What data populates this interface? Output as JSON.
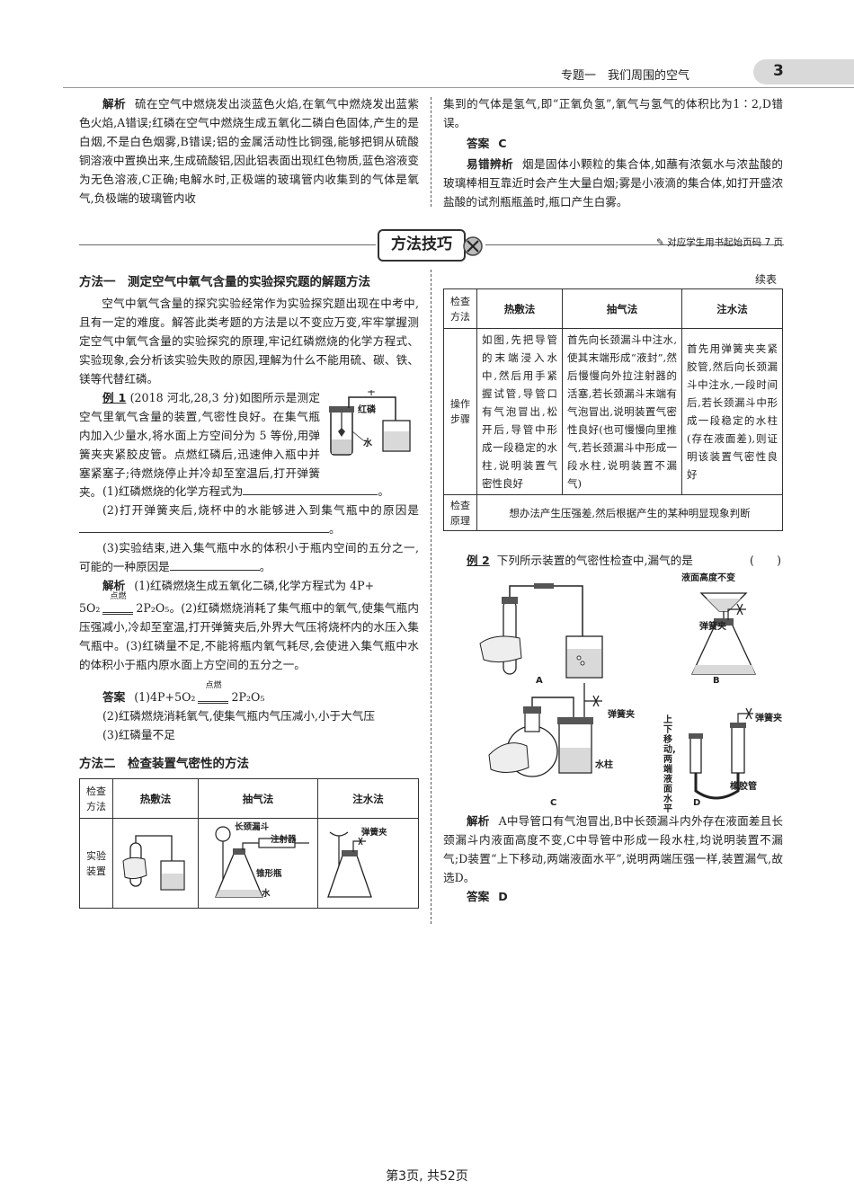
{
  "header": {
    "topic": "专题一　我们周围的空气",
    "page_number": "3"
  },
  "top": {
    "left_analysis_label": "解析",
    "left_analysis_text": "硫在空气中燃烧发出淡蓝色火焰,在氧气中燃烧发出蓝紫色火焰,A错误;红磷在空气中燃烧生成五氧化二磷白色固体,产生的是白烟,不是白色烟雾,B错误;铝的金属活动性比铜强,能够把铜从硫酸铜溶液中置换出来,生成硫酸铝,因此铝表面出现红色物质,蓝色溶液变为无色溶液,C正确;电解水时,正极端的玻璃管内收集到的气体是氧气,负极端的玻璃管内收",
    "right_continue": "集到的气体是氢气,即“正氧负氢”,氧气与氢气的体积比为1∶2,D错误。",
    "right_answer_label": "答案",
    "right_answer": "C",
    "right_error_label": "易错辨析",
    "right_error_text": "烟是固体小颗粒的集合体,如蘸有浓氨水与浓盐酸的玻璃棒相互靠近时会产生大量白烟;雾是小液滴的集合体,如打开盛浓盐酸的试剂瓶瓶盖时,瓶口产生白雾。"
  },
  "banner": {
    "title": "方法技巧",
    "ref": "对应学生用书起始页码 7 页"
  },
  "method1": {
    "title": "方法一　测定空气中氧气含量的实验探究题的解题方法",
    "intro": "空气中氧气含量的探究实验经常作为实验探究题出现在中考中,且有一定的难度。解答此类考题的方法是以不变应万变,牢牢掌握测定空气中氧气含量的实验探究的原理,牢记红磷燃烧的化学方程式、实验现象,会分析该实验失败的原因,理解为什么不能用硫、碳、铁、镁等代替红磷。",
    "example_label": "例 1",
    "example_source": "(2018 河北,28,3 分)",
    "example_text": "如图所示是测定空气里氧气含量的装置,气密性良好。在集气瓶内加入少量水,将水面上方空间分为 5 等份,用弹簧夹夹紧胶皮管。点燃红磷后,迅速伸入瓶中并塞紧塞子;待燃烧停止并冷却至室温后,打开弹簧夹。",
    "fig_red_p": "红磷",
    "fig_water": "水",
    "q1": "(1)红磷燃烧的化学方程式为",
    "q2": "(2)打开弹簧夹后,烧杯中的水能够进入到集气瓶中的原因是",
    "q3": "(3)实验结束,进入集气瓶中水的体积小于瓶内空间的五分之一,可能的一种原因是",
    "period": "。",
    "analysis_label": "解析",
    "analysis_1": "(1)红磷燃烧生成五氧化二磷,化学方程式为 4P+",
    "analysis_eq_left": "5O₂",
    "analysis_cond": "点燃",
    "analysis_eq_right": "2P₂O₅",
    "analysis_2": "。(2)红磷燃烧消耗了集气瓶中的氧气,使集气瓶内压强减小,冷却至室温,打开弹簧夹后,外界大气压将烧杯内的水压入集气瓶中。(3)红磷量不足,不能将瓶内氧气耗尽,会使进入集气瓶中水的体积小于瓶内原水面上方空间的五分之一。",
    "answer_label": "答案",
    "answer_1_left": "(1)4P+5O₂",
    "answer_1_right": "2P₂O₅",
    "answer_2": "(2)红磷燃烧消耗氧气,使集气瓶内气压减小,小于大气压",
    "answer_3": "(3)红磷量不足"
  },
  "method2": {
    "title": "方法二　检查装置气密性的方法",
    "col0": "检查方法",
    "col1": "热敷法",
    "col2": "抽气法",
    "col3": "注水法",
    "row_label": "实验装置",
    "fig_funnel": "长颈漏斗",
    "fig_syringe": "注射器",
    "fig_flask": "锥形瓶",
    "fig_water": "水",
    "fig_clip": "弹簧夹"
  },
  "right_table": {
    "continued": "续表",
    "col0": "检查方法",
    "col1": "热敷法",
    "col2": "抽气法",
    "col3": "注水法",
    "row1_label": "操作步骤",
    "row1_c1": "如图,先把导管的末端浸入水中,然后用手紧握试管,导管口有气泡冒出,松开后,导管中形成一段稳定的水柱,说明装置气密性良好",
    "row1_c2": "首先向长颈漏斗中注水,使其末端形成“液封”,然后慢慢向外拉注射器的活塞,若长颈漏斗末端有气泡冒出,说明装置气密性良好(也可慢慢向里推气,若长颈漏斗中形成一段水柱,说明装置不漏气)",
    "row1_c3": "首先用弹簧夹夹紧胶管,然后向长颈漏斗中注水,一段时间后,若长颈漏斗中形成一段稳定的水柱(存在液面差),则证明该装置气密性良好",
    "row2_label": "检查原理",
    "row2_text": "想办法产生压强差,然后根据产生的某种明显现象判断"
  },
  "example2": {
    "label": "例 2",
    "question": "下列所示装置的气密性检查中,漏气的是",
    "bracket": "(　　)",
    "fig_level": "液面高度不变",
    "fig_clip": "弹簧夹",
    "fig_column": "水柱",
    "fig_move": "上下移动,两端液面水平",
    "fig_rubber": "橡胶管",
    "opt_a": "A",
    "opt_b": "B",
    "opt_c": "C",
    "opt_d": "D",
    "analysis_label": "解析",
    "analysis_text": "A中导管口有气泡冒出,B中长颈漏斗内外存在液面差且长颈漏斗内液面高度不变,C中导管中形成一段水柱,均说明装置不漏气;D装置“上下移动,两端液面水平”,说明两端压强一样,装置漏气,故选D。",
    "answer_label": "答案",
    "answer": "D"
  },
  "footer": "第3页, 共52页"
}
